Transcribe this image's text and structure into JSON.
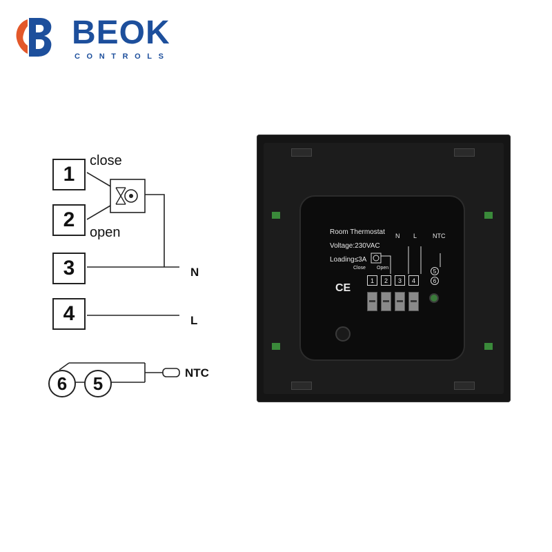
{
  "logo": {
    "word": "BEOK",
    "sub": "CONTROLS",
    "colors": {
      "primary": "#1d4f9c",
      "accent": "#e3582a"
    }
  },
  "wiring": {
    "terminals": [
      "1",
      "2",
      "3",
      "4"
    ],
    "labels": {
      "close": "close",
      "open": "open",
      "n": "N",
      "l": "L",
      "ntc": "NTC"
    },
    "sensor_pins": [
      "6",
      "5"
    ]
  },
  "thermostat": {
    "title": "Room Thermostat",
    "voltage": "Voltage:230VAC",
    "loading": "Loading≤3A",
    "ce": "CE",
    "mini_labels": {
      "close": "Close",
      "open": "Open",
      "n": "N",
      "l": "L",
      "ntc": "NTC"
    },
    "terminals": [
      "1",
      "2",
      "3",
      "4"
    ],
    "sensor_pins": [
      "5",
      "6"
    ]
  }
}
